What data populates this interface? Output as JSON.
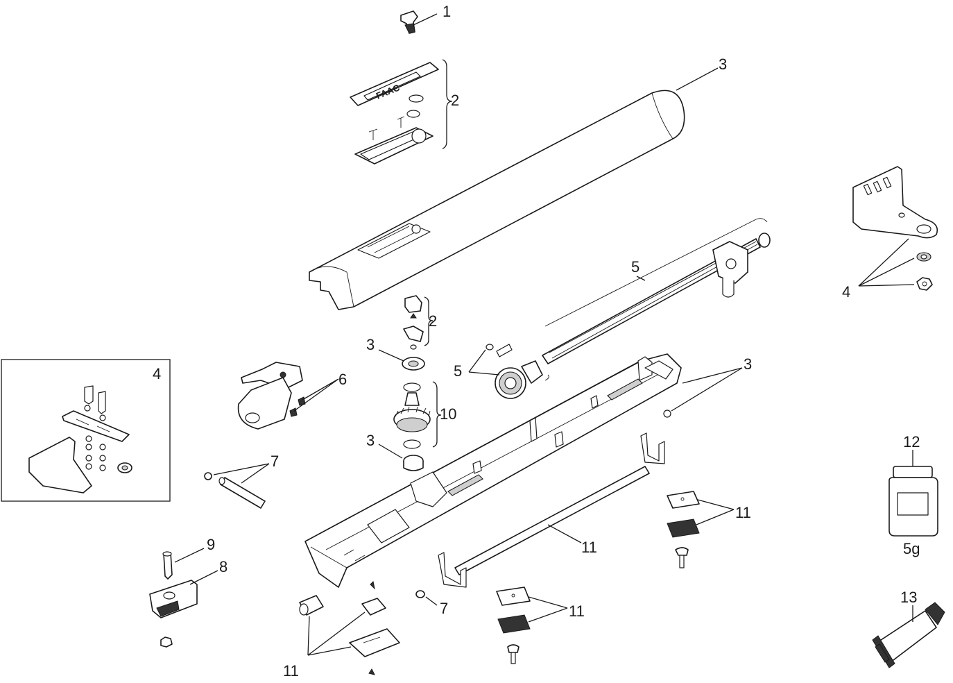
{
  "labels": {
    "l1": "1",
    "l2a": "2",
    "l2b": "2",
    "l3a": "3",
    "l3b": "3",
    "l3c": "3",
    "l3d": "3",
    "l4a": "4",
    "l4b": "4",
    "l5a": "5",
    "l5b": "5",
    "l6": "6",
    "l7a": "7",
    "l7b": "7",
    "l8": "8",
    "l9": "9",
    "l10": "10",
    "l11a": "11",
    "l11b": "11",
    "l11c": "11",
    "l11d": "11",
    "l12": "12",
    "l13": "13"
  },
  "grease_weight": "5g",
  "cover_logo_text": "FAAC"
}
